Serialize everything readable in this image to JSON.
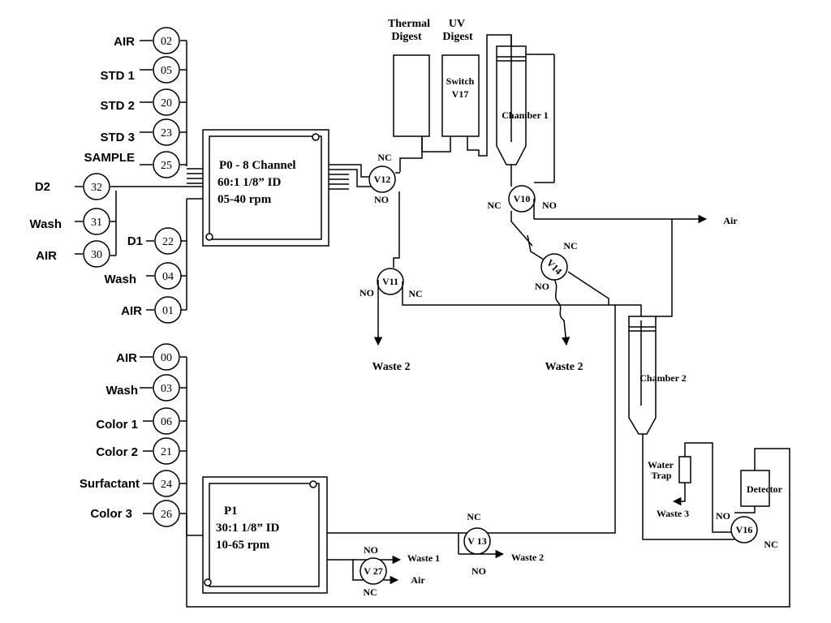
{
  "ports": {
    "p02": {
      "label": "AIR",
      "num": "02"
    },
    "p05": {
      "label": "STD 1",
      "num": "05"
    },
    "p20": {
      "label": "STD 2",
      "num": "20"
    },
    "p23": {
      "label": "STD 3",
      "num": "23"
    },
    "p25": {
      "label": "SAMPLE",
      "num": "25"
    },
    "p32": {
      "label": "D2",
      "num": "32"
    },
    "p31": {
      "label": "Wash",
      "num": "31"
    },
    "p30": {
      "label": "AIR",
      "num": "30"
    },
    "p22": {
      "label": "D1",
      "num": "22"
    },
    "p04": {
      "label": "Wash",
      "num": "04"
    },
    "p01": {
      "label": "AIR",
      "num": "01"
    },
    "p00": {
      "label": "AIR",
      "num": "00"
    },
    "p03": {
      "label": "Wash",
      "num": "03"
    },
    "p06": {
      "label": "Color 1",
      "num": "06"
    },
    "p21": {
      "label": "Color 2",
      "num": "21"
    },
    "p24": {
      "label": "Surfactant",
      "num": "24"
    },
    "p26": {
      "label": "Color 3",
      "num": "26"
    }
  },
  "pump0": {
    "line1": "P0 - 8 Channel",
    "line2": "60:1 1/8” ID",
    "line3": "05-40 rpm"
  },
  "pump1": {
    "line1": "P1",
    "line2": "30:1 1/8” ID",
    "line3": "10-65 rpm"
  },
  "digest": {
    "thermal_l1": "Thermal",
    "thermal_l2": "Digest",
    "uv_l1": "UV",
    "uv_l2": "Digest",
    "switch_l1": "Switch",
    "switch_l2": "V17"
  },
  "chambers": {
    "c1": "Chamber 1",
    "c2": "Chamber 2"
  },
  "valves": {
    "v12": "V12",
    "v10": "V10",
    "v11": "V11",
    "v14": "V14",
    "v13": "V 13",
    "v27": "V 27",
    "v16": "V16"
  },
  "flow": {
    "nc": "NC",
    "no": "NO"
  },
  "outlets": {
    "air": "Air",
    "waste2_a": "Waste 2",
    "waste2_b": "Waste 2",
    "waste2_c": "Waste 2",
    "waste1": "Waste 1",
    "air2": "Air",
    "waste3": "Waste 3"
  },
  "water_trap": {
    "l1": "Water",
    "l2": "Trap"
  },
  "detector": "Detector"
}
